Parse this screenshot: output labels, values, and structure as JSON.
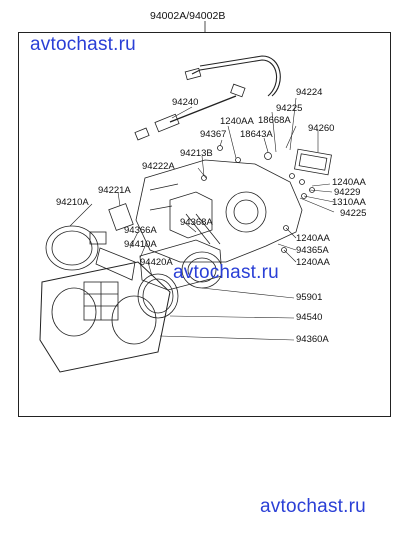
{
  "header": {
    "assembly_number": "94002A/94002B"
  },
  "watermarks": [
    "avtochast.ru",
    "avtochast.ru",
    "avtochast.ru"
  ],
  "part_labels": [
    "94240",
    "94224",
    "94225",
    "1240AA",
    "18668A",
    "94260",
    "94367",
    "18643A",
    "94213B",
    "94222A",
    "1240AA",
    "94229",
    "94221A",
    "1310AA",
    "94210A",
    "94225",
    "94368A",
    "94366A",
    "1240AA",
    "94410A",
    "94365A",
    "1240AA",
    "94420A",
    "95901",
    "94540",
    "94360A"
  ]
}
